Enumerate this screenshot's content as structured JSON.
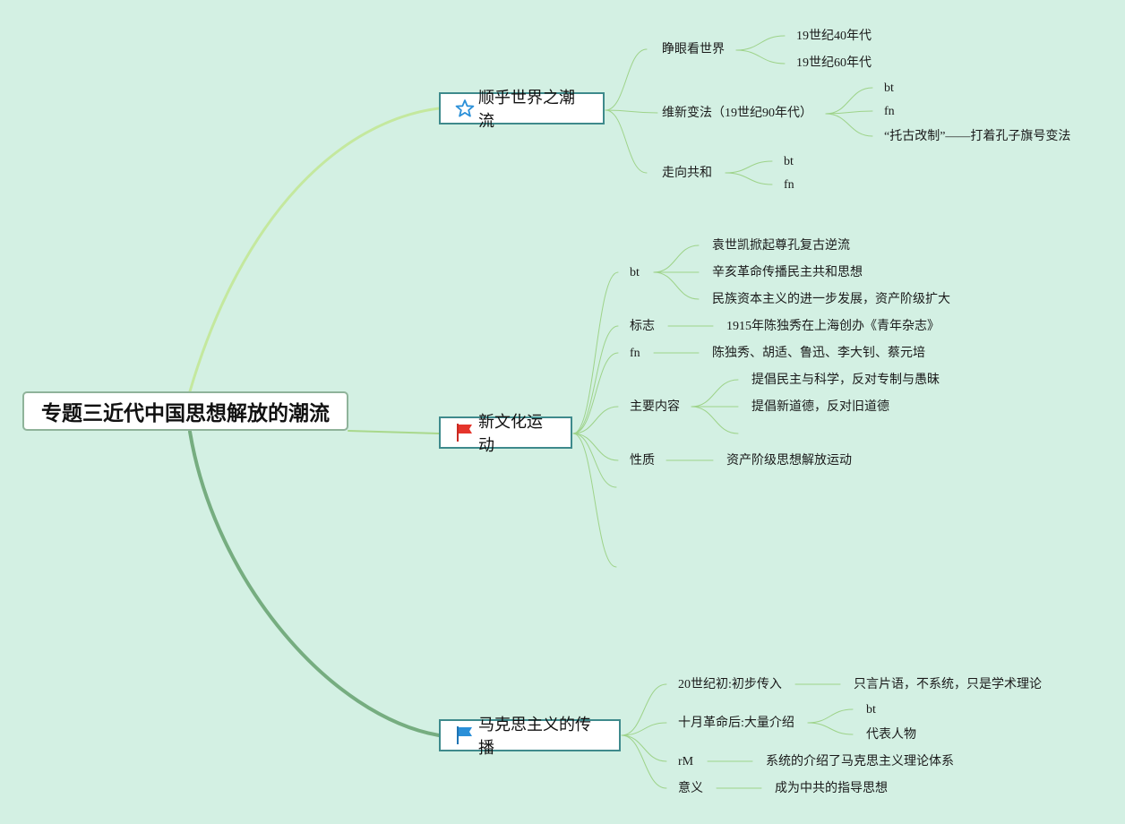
{
  "root": {
    "label": "专题三近代中国思想解放的潮流"
  },
  "topics": [
    {
      "label": "顺乎世界之潮流",
      "icon": "star-outline-icon",
      "children": [
        {
          "label": "睁眼看世界",
          "children": [
            "19世纪40年代",
            "19世纪60年代"
          ]
        },
        {
          "label": "维新变法（19世纪90年代）",
          "children": [
            "bt",
            "fn",
            "“托古改制”——打着孔子旗号变法"
          ]
        },
        {
          "label": "走向共和",
          "children": [
            "bt",
            "fn"
          ]
        }
      ]
    },
    {
      "label": "新文化运动",
      "icon": "red-flag-icon",
      "children": [
        {
          "label": "bt",
          "children": [
            "袁世凯掀起尊孔复古逆流",
            "辛亥革命传播民主共和思想",
            "民族资本主义的进一步发展，资产阶级扩大"
          ]
        },
        {
          "label": "标志",
          "children": [
            "1915年陈独秀在上海创办《青年杂志》"
          ]
        },
        {
          "label": "fn",
          "children": [
            "陈独秀、胡适、鲁迅、李大钊、蔡元培"
          ]
        },
        {
          "label": "主要内容",
          "children": [
            "提倡民主与科学，反对专制与愚昧",
            "提倡新道德，反对旧道德",
            ""
          ]
        },
        {
          "label": "性质",
          "children": [
            "资产阶级思想解放运动"
          ]
        },
        {
          "label": "",
          "children": []
        },
        {
          "label": "",
          "children": []
        }
      ]
    },
    {
      "label": "马克思主义的传播",
      "icon": "blue-flag-icon",
      "children": [
        {
          "label": "20世纪初:初步传入",
          "children": [
            "只言片语，不系统，只是学术理论"
          ]
        },
        {
          "label": "十月革命后:大量介绍",
          "children": [
            "bt",
            "代表人物"
          ]
        },
        {
          "label": "rM",
          "children": [
            "系统的介绍了马克思主义理论体系"
          ]
        },
        {
          "label": "意义",
          "children": [
            "成为中共的指导思想"
          ]
        }
      ]
    }
  ],
  "colors": {
    "background": "#d3f0e3",
    "branch_top": "#c4e89e",
    "branch_mid": "#a9d88c",
    "branch_bottom": "#76ad80",
    "leaf_line": "#9ed38a",
    "topic_border": "#3e8a8c",
    "flag_red": "#e5342b",
    "flag_blue": "#2a8fd8",
    "star_blue": "#2a8fd8"
  }
}
